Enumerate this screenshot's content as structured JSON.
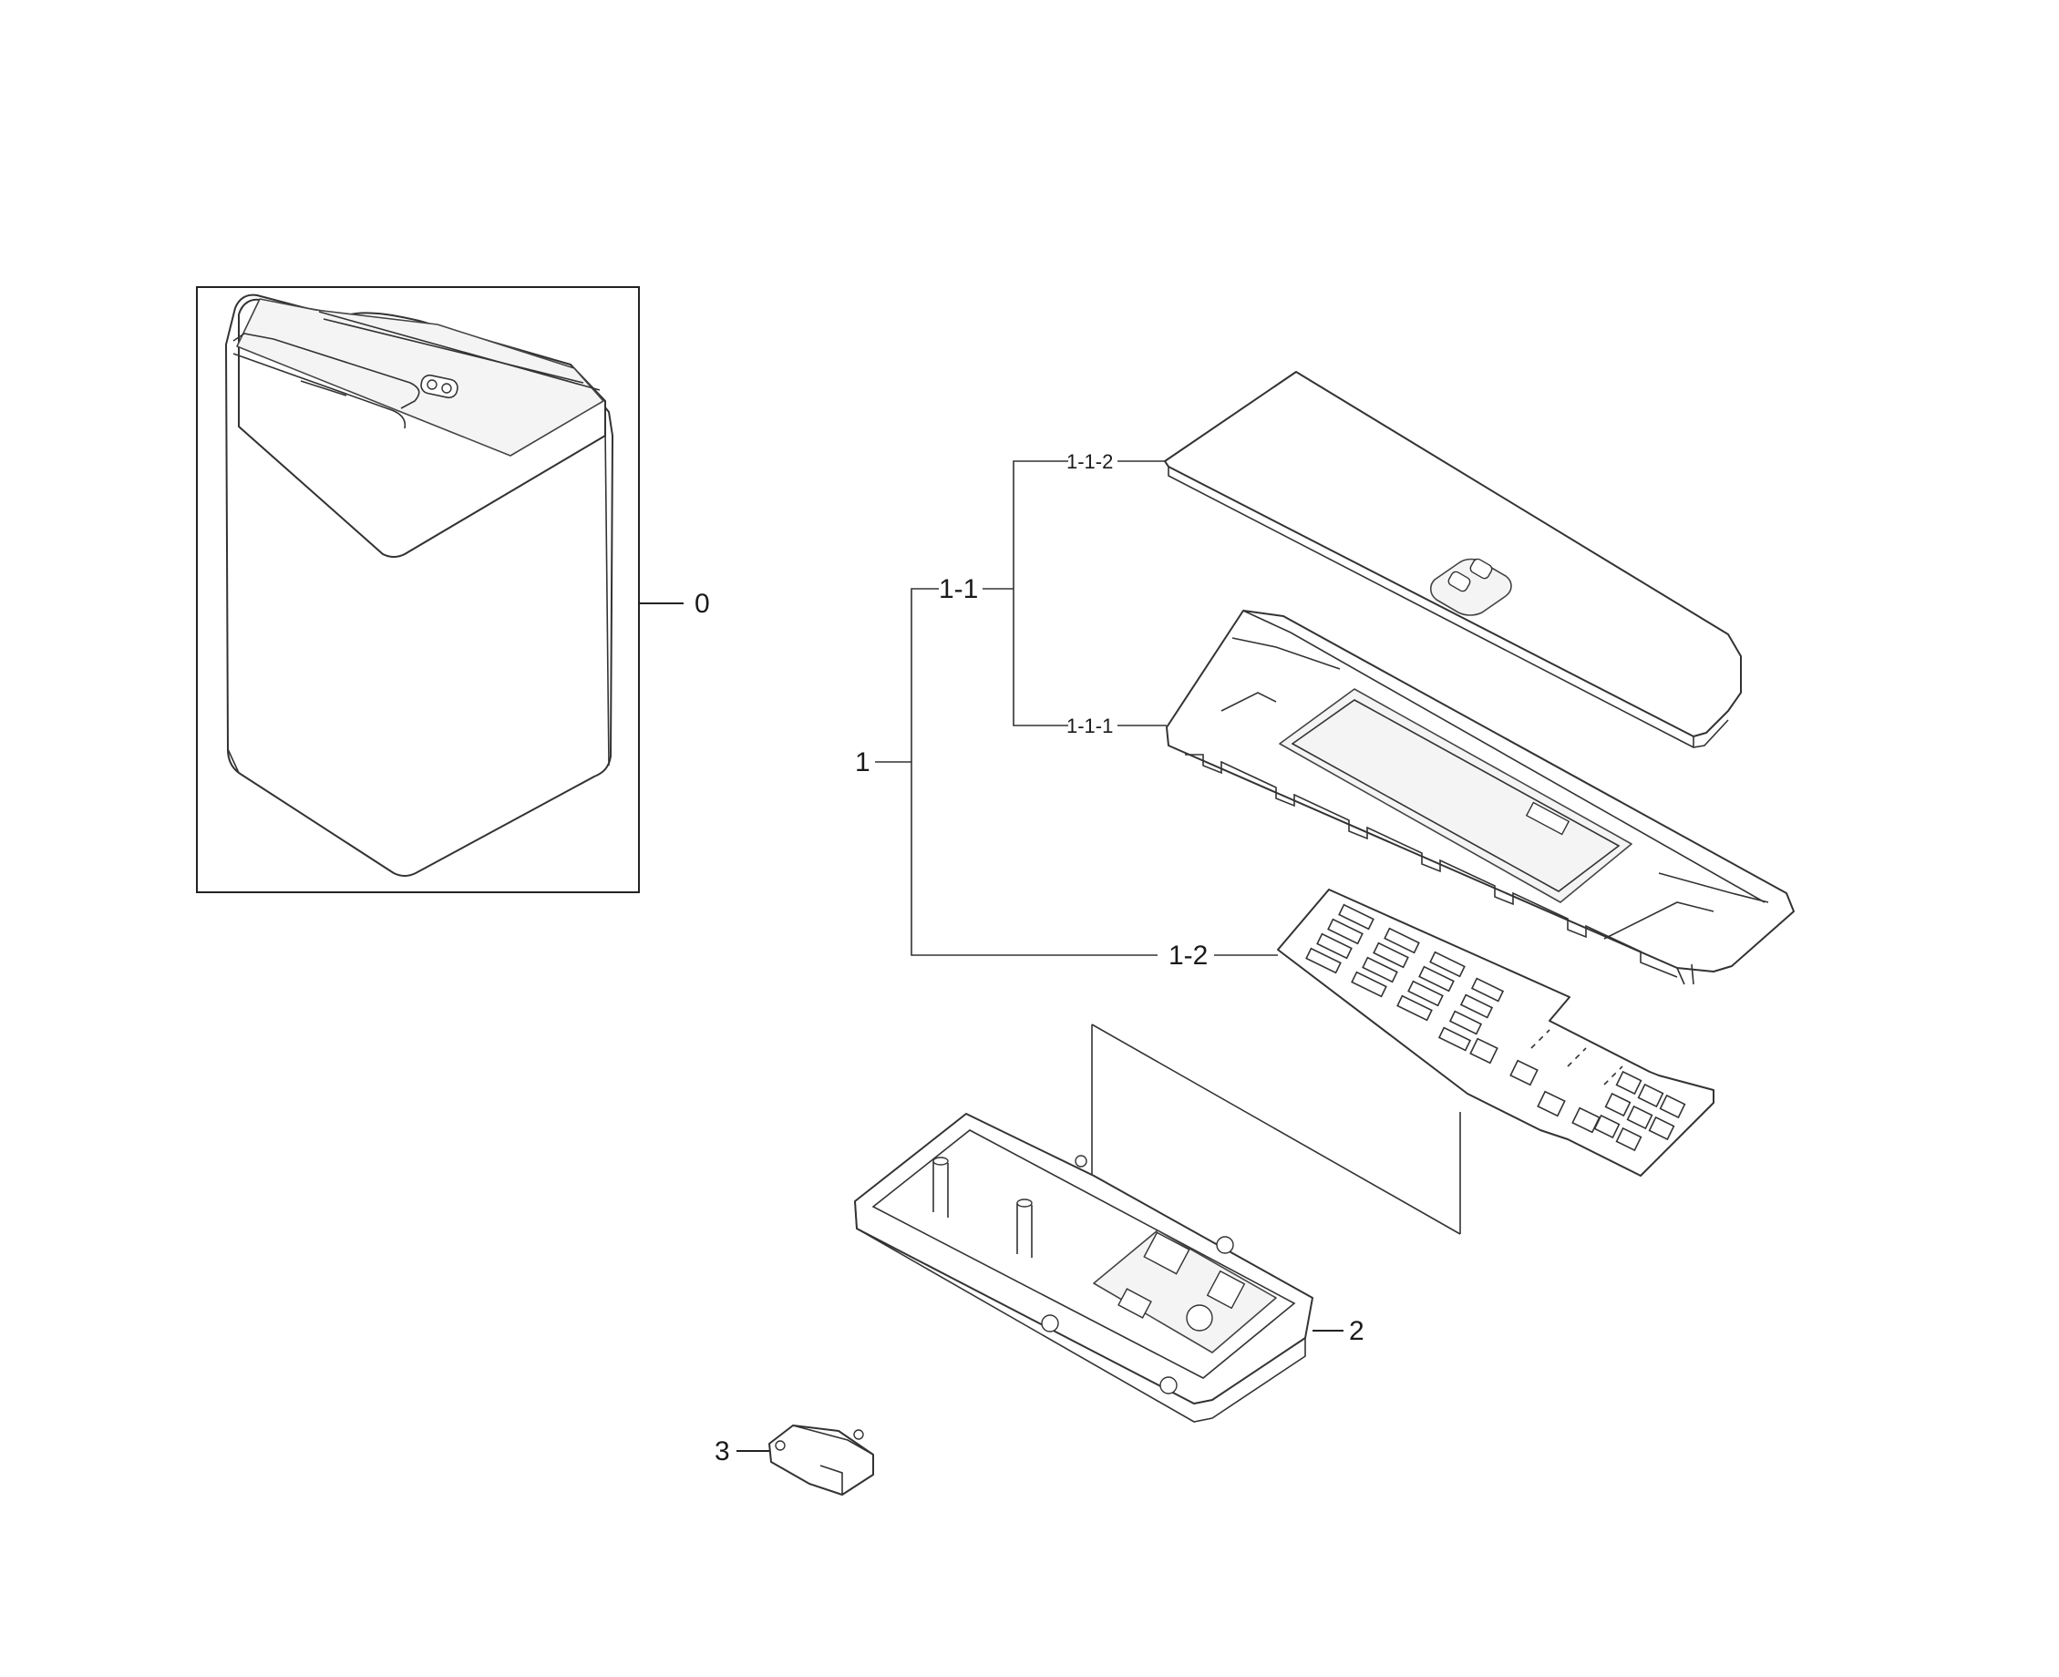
{
  "callouts": {
    "c0": "0",
    "c1": "1",
    "c1_1": "1-1",
    "c1_1_1": "1-1-1",
    "c1_1_2": "1-1-2",
    "c1_2": "1-2",
    "c2": "2",
    "c3": "3"
  }
}
